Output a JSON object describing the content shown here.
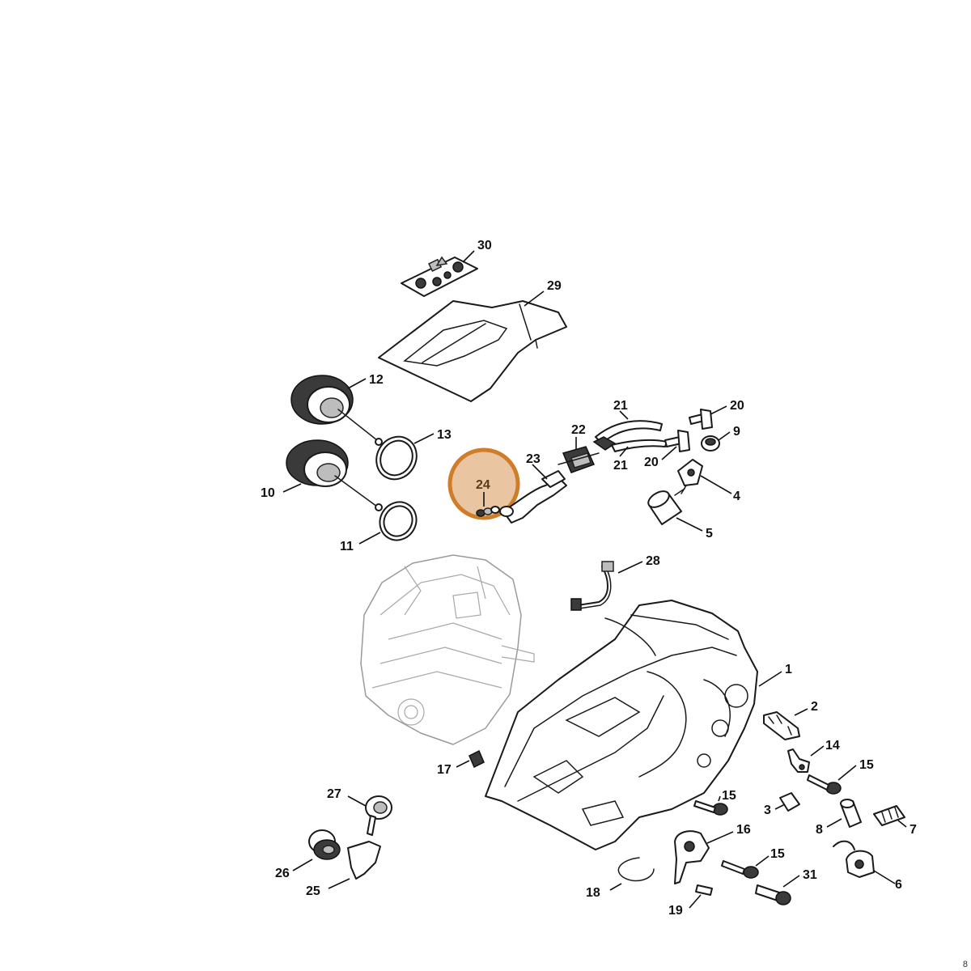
{
  "diagram": {
    "highlighted_part": "24",
    "highlight_color": "#d07d2a",
    "highlight_fill": "#e9c6a1",
    "callouts": [
      "1",
      "2",
      "3",
      "4",
      "5",
      "6",
      "7",
      "8",
      "9",
      "10",
      "11",
      "12",
      "13",
      "14",
      "15",
      "15",
      "15",
      "16",
      "17",
      "18",
      "19",
      "20",
      "20",
      "21",
      "21",
      "22",
      "23",
      "24",
      "25",
      "26",
      "27",
      "28",
      "29",
      "30",
      "31"
    ],
    "corner_mark": "8"
  }
}
